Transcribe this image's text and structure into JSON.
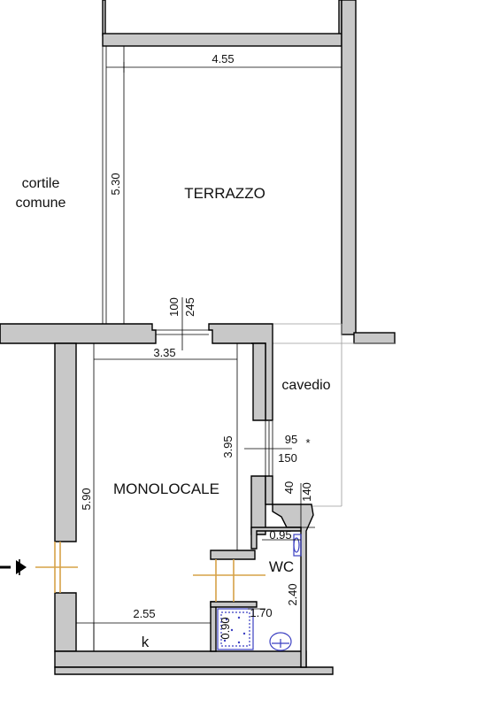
{
  "rooms": {
    "terrace": "TERRAZZO",
    "studio": "MONOLOCALE",
    "wc": "WC",
    "kitchen": "k"
  },
  "areas": {
    "courtyard_line1": "cortile",
    "courtyard_line2": "comune",
    "lightwell": "cavedio"
  },
  "dimensions": {
    "terrace_width": "4.55",
    "terrace_depth": "5.30",
    "opening_100": "100",
    "opening_245": "245",
    "studio_width_top": "3.35",
    "studio_depth": "5.90",
    "studio_right_depth": "3.95",
    "window_95": "95",
    "window_150": "150",
    "marker": "*",
    "dim_40": "40",
    "dim_140": "140",
    "wc_width": "0.95",
    "wc_depth": "2.40",
    "bath_width": "1.70",
    "bath_depth": "0.90",
    "kitchen_width": "2.55"
  },
  "colors": {
    "wall_fill": "#c8c8c8",
    "door_swing": "#d6a247",
    "fixtures": "#3b3fc2"
  },
  "icons": [
    "entrance-arrow-icon",
    "shower-tray-icon",
    "sink-icon",
    "toilet-icon"
  ]
}
